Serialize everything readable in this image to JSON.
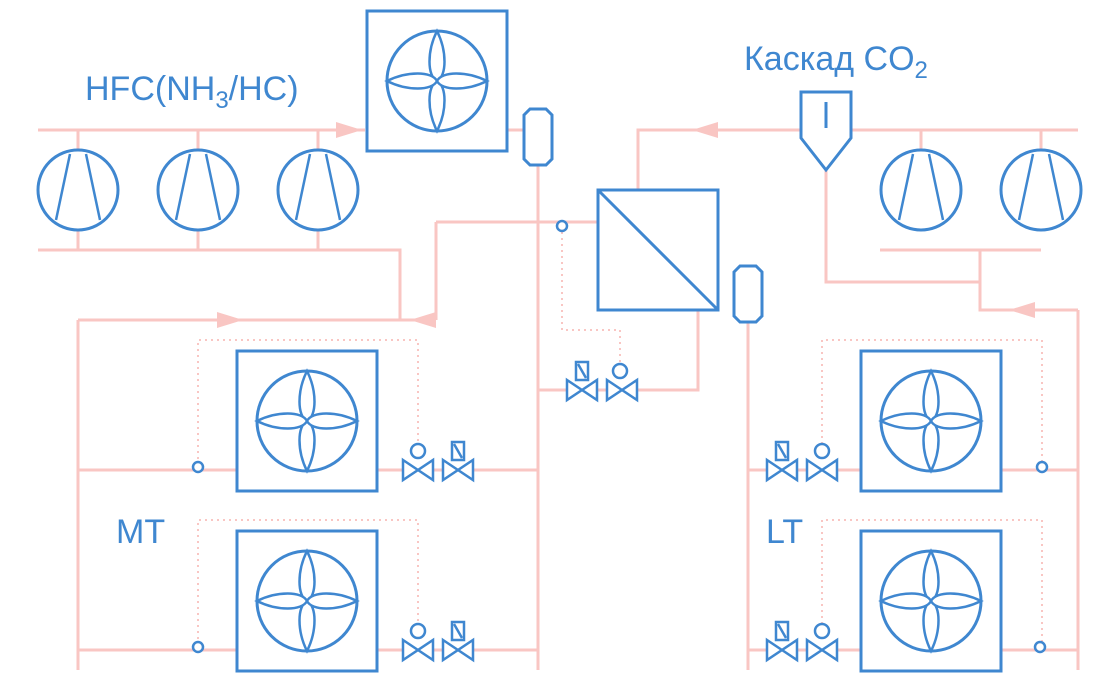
{
  "labels": {
    "hfc": "HFC(NH",
    "hfc_sub": "3",
    "hfc_rest": "/HC)",
    "cascade": "Каскад CO",
    "cascade_sub": "2",
    "mt": "MT",
    "lt": "LT"
  },
  "colors": {
    "pipe": "#f9c6c3",
    "equipment": "#3f87d0"
  },
  "icons": [
    "compressor-icon",
    "fan-icon",
    "receiver-icon",
    "heat-exchanger-icon",
    "separator-icon",
    "valve-icon",
    "sensor-icon"
  ]
}
